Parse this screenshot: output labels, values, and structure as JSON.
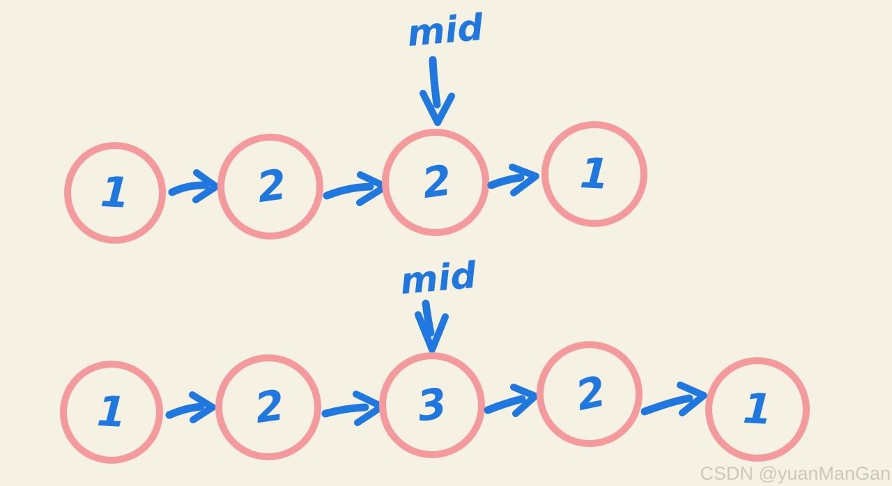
{
  "colors": {
    "background": "#f6f2e3",
    "node_stroke": "#f49a9d",
    "ink_blue": "#1f77e0",
    "watermark": "#cdc9ba"
  },
  "diagram": {
    "even_list": {
      "mid_label": "mid",
      "nodes": [
        "1",
        "2",
        "2",
        "1"
      ],
      "mid_node_index": 2
    },
    "odd_list": {
      "mid_label": "mid",
      "nodes": [
        "1",
        "2",
        "3",
        "2",
        "1"
      ],
      "mid_node_index": 2
    }
  },
  "watermark": {
    "text": "CSDN @yuanManGan"
  }
}
